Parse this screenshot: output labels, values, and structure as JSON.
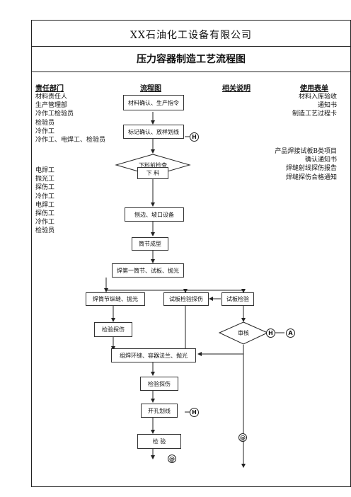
{
  "header": {
    "company": "XX石油化工设备有限公司",
    "title": "压力容器制造工艺流程图"
  },
  "columns": {
    "dept_head": "责任部门",
    "flow_head": "流程图",
    "notes_head": "相关说明",
    "forms_head": "使用表单"
  },
  "departments_group1": [
    "材料责任人",
    "生产管理部",
    "冷作工检验员",
    "检验员",
    "冷作工",
    "冷作工、电焊工、检验员"
  ],
  "departments_group2": [
    "电焊工",
    "抛光工",
    "探伤工",
    "冷作工",
    "电焊工",
    "探伤工",
    "冷作工",
    "检验员"
  ],
  "forms_group1": [
    "材料入库验收",
    "通知书",
    "制造工艺过程卡"
  ],
  "forms_group2": [
    "产品焊接试板B类项目",
    "确认通知书",
    "焊缝射线探伤报告",
    "焊缝探伤合格通知"
  ],
  "flow": {
    "material_confirm": "材料确认、生产指令",
    "marking": "标记确认、放样划线",
    "pre_cut_check": "下料前检查",
    "cutting": "下 料",
    "edge_groove": "刨边、坡口设备",
    "shell_forming": "筒节成型",
    "weld_first": "焊第一筒节、试板、抛光",
    "long_seam": "焊筒节纵缝、抛光",
    "test_plate_ndt": "试板检验探伤",
    "test_plate_check": "试板检验",
    "inspect_ndt": "检验探伤",
    "review": "审核",
    "assembly_weld": "组焊环缝、容器法兰、抛光",
    "inspect_ndt_2": "检验探伤",
    "opening_marking": "开孔划线",
    "final_inspect": "检  验"
  },
  "markers": {
    "hold": "H",
    "audit": "A",
    "witness": "@",
    "witness_2": "@"
  }
}
